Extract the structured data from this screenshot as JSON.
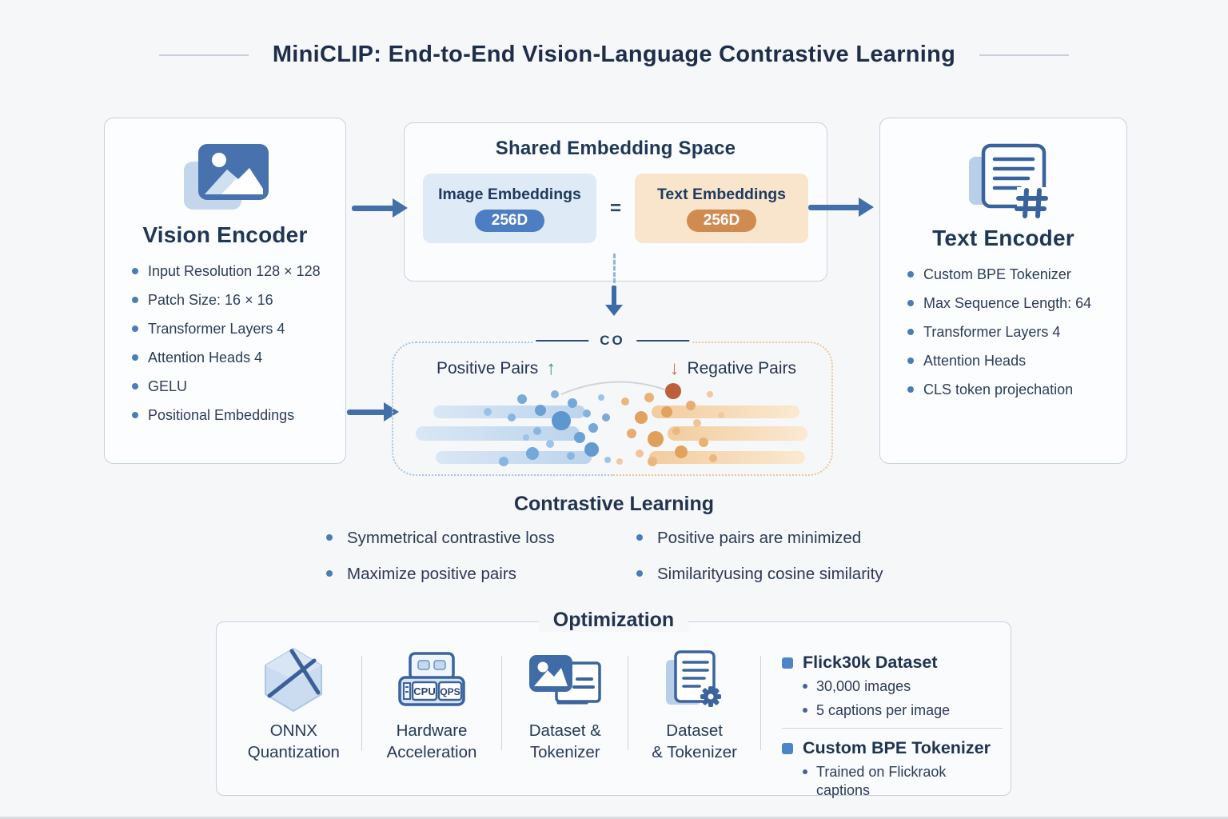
{
  "title": "MiniCLIP: End-to-End Vision-Language Contrastive Learning",
  "colors": {
    "accent_blue": "#436fa9",
    "accent_orange": "#d08b51",
    "positive_green": "#3f9c6a",
    "negative_red": "#c9714f",
    "card_border": "#c6d2e2"
  },
  "vision_encoder": {
    "title": "Vision Encoder",
    "icon": "image-photo-icon",
    "bullets": [
      "Input Resolution 128 × 128",
      "Patch Size: 16 × 16",
      "Transformer Layers 4",
      "Attention Heads 4",
      "GELU",
      "Positional Embeddings"
    ]
  },
  "shared_embedding": {
    "title": "Shared Embedding Space",
    "image_box": {
      "label": "Image Embeddings",
      "dim": "256D"
    },
    "equals": "=",
    "text_box": {
      "label": "Text Embeddings",
      "dim": "256D"
    }
  },
  "text_encoder": {
    "title": "Text Encoder",
    "icon": "document-hashtag-icon",
    "bullets": [
      "Custom BPE Tokenizer",
      "Max Sequence Length: 64",
      "Transformer Layers 4",
      "Attention Heads",
      "CLS token projechation"
    ]
  },
  "contrastive_box": {
    "co_label": "CO",
    "positive_label": "Positive Pairs",
    "positive_arrow": "↑",
    "negative_arrow": "↓",
    "negative_label": "Regative Pairs"
  },
  "contrastive_learning": {
    "title": "Contrastive Learning",
    "bullets_left": [
      "Symmetrical contrastive loss",
      "Maximize positive pairs"
    ],
    "bullets_right": [
      "Positive pairs are minimized",
      "Similarityusing cosine similarity"
    ]
  },
  "optimization": {
    "title": "Optimization",
    "items": [
      {
        "icon": "onnx-cube-icon",
        "line1": "ONNX",
        "line2": "Quantization"
      },
      {
        "icon": "hardware-chip-icon",
        "line1": "Hardware",
        "line2": "Acceleration"
      },
      {
        "icon": "image-document-icon",
        "line1": "Dataset &",
        "line2": "Tokenizer"
      },
      {
        "icon": "document-gear-icon",
        "line1": "Dataset",
        "line2": "& Tokenizer"
      }
    ],
    "chip_labels": {
      "left": "CPU",
      "right": "QPS"
    },
    "dataset_panel": {
      "section1": {
        "heading": "Flick30k Dataset",
        "bullets": [
          "30,000 images",
          "5 captions per image"
        ]
      },
      "section2": {
        "heading": "Custom BPE Tokenizer",
        "bullets": [
          "Trained on Flickraok captions"
        ]
      }
    }
  }
}
